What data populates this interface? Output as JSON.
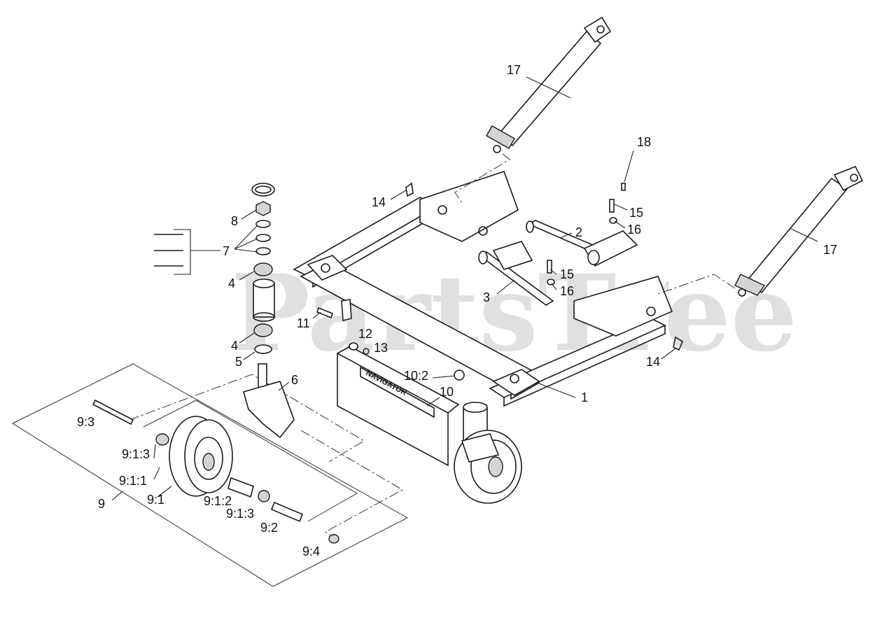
{
  "watermark": {
    "text": "PartsTree",
    "trademark": "TM"
  },
  "callouts": {
    "c1": "1",
    "c2": "2",
    "c3": "3",
    "c4a": "4",
    "c4b": "4",
    "c5": "5",
    "c6": "6",
    "c7": "7",
    "c8": "8",
    "c9": "9",
    "c9_1": "9:1",
    "c9_1_1": "9:1:1",
    "c9_1_2": "9:1:2",
    "c9_1_3a": "9:1:3",
    "c9_1_3b": "9:1:3",
    "c9_2": "9:2",
    "c9_3": "9:3",
    "c9_4": "9:4",
    "c10": "10",
    "c10_2": "10:2",
    "c11": "11",
    "c12": "12",
    "c13": "13",
    "c14a": "14",
    "c14b": "14",
    "c15a": "15",
    "c15b": "15",
    "c16a": "16",
    "c16b": "16",
    "c17a": "17",
    "c17b": "17",
    "c18": "18"
  },
  "plate_label": "NAVIGATOR"
}
